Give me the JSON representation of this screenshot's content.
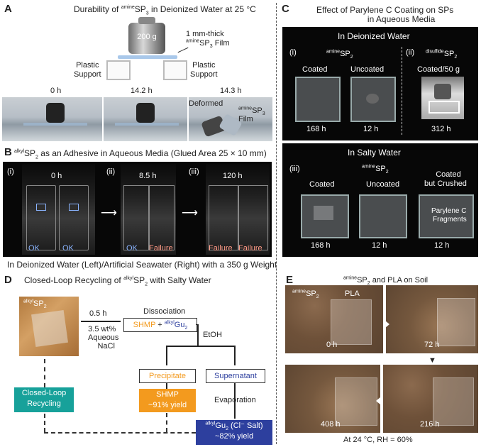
{
  "panel_A": {
    "letter": "A",
    "title_pre": "Durability of ",
    "title_sup": "amine",
    "title_mid": "SP",
    "title_sub": "3",
    "title_post": " in Deionized Water at 25 °C",
    "weight": "200 g",
    "film_label_line1": "1 mm-thick",
    "film_label_sup": "amine",
    "film_label_line2": "SP",
    "film_label_sub": "3",
    "film_label_post": " Film",
    "support_left": "Plastic\nSupport",
    "support_left_1": "Plastic",
    "support_left_2": "Support",
    "support_right_1": "Plastic",
    "support_right_2": "Support",
    "times": [
      "0 h",
      "14.2 h",
      "14.3 h"
    ],
    "deformed": "Deformed",
    "film_sup": "amine",
    "film_sp": "SP",
    "film_sub": "3",
    "film_word": "Film"
  },
  "panel_B": {
    "letter": "B",
    "title_sup": "alkyl",
    "title_sp": "SP",
    "title_sub": "2",
    "title_rest": " as an Adhesive in Aqueous Media (Glued Area 25 × 10 mm)",
    "stages": [
      {
        "roman": "(i)",
        "time": "0 h",
        "left": "OK",
        "right": "OK"
      },
      {
        "roman": "(ii)",
        "time": "8.5 h",
        "left": "OK",
        "right": "Failure"
      },
      {
        "roman": "(iii)",
        "time": "120 h",
        "left": "Failure",
        "right": "Failure"
      }
    ],
    "caption": "In Deionized Water (Left)/Artificial Seawater (Right) with a 350 g Weight",
    "ok_color": "#8ab4ff",
    "failure_color": "#ff9a86"
  },
  "panel_C": {
    "letter": "C",
    "title_line1": "Effect of Parylene C Coating on SPs",
    "title_line2": "in Aqueous Media",
    "section1": "In Deionized Water",
    "i_roman": "(i)",
    "i_sup": "amine",
    "i_sp": "SP",
    "i_sub": "2",
    "ii_roman": "(ii)",
    "ii_sup": "disulfide",
    "ii_sp": "SP",
    "ii_sub": "2",
    "coated": "Coated",
    "uncoated": "Uncoated",
    "coated_50g": "Coated/50 g",
    "times_top": [
      "168 h",
      "12 h",
      "312 h"
    ],
    "section2": "In Salty Water",
    "iii_roman": "(iii)",
    "iii_sup": "amine",
    "iii_sp": "SP",
    "iii_sub": "2",
    "coated2": "Coated",
    "uncoated2": "Uncoated",
    "crushed_1": "Coated",
    "crushed_2": "but Crushed",
    "fragments_1": "Parylene C",
    "fragments_2": "Fragments",
    "times_bottom": [
      "168 h",
      "12 h",
      "12 h"
    ]
  },
  "panel_D": {
    "letter": "D",
    "title_pre": "Closed-Loop Recycling of ",
    "title_sup": "alkyl",
    "title_sp": "SP",
    "title_sub": "2",
    "title_post": " with Salty Water",
    "sample_sup": "alkyl",
    "sample_sp": "SP",
    "sample_sub": "2",
    "time": "0.5 h",
    "cond_1": "3.5 wt%",
    "cond_2": "Aqueous",
    "cond_3": "NaCl",
    "dissociation": "Dissociation",
    "shmp": "SHMP",
    "plus": " + ",
    "gu_sup": "alkyl",
    "gu": "Gu",
    "gu_sub": "2",
    "etoh": "EtOH",
    "precipitate": "Precipitate",
    "supernatant": "Supernatant",
    "evaporation": "Evaporation",
    "shmp_yield_1": "SHMP",
    "shmp_yield_2": "~91% yield",
    "gu_yield_sup": "alkyl",
    "gu_yield_gu": "Gu",
    "gu_yield_sub": "2",
    "gu_yield_rest": " (Cl⁻ Salt)",
    "gu_yield_2": "~82% yield",
    "recycling_1": "Closed-Loop",
    "recycling_2": "Recycling",
    "orange": "#f39a1e",
    "blue": "#2d3f9e",
    "teal": "#17a19a"
  },
  "panel_E": {
    "letter": "E",
    "title_sup": "amine",
    "title_sp": "SP",
    "title_sub": "2",
    "title_rest": " and PLA on Soil",
    "label_sp_sup": "amine",
    "label_sp": "SP",
    "label_sp_sub": "2",
    "label_pla": "PLA",
    "times": [
      "0 h",
      "72 h",
      "408 h",
      "216 h"
    ],
    "condition": "At 24 °C, RH = 60%"
  }
}
